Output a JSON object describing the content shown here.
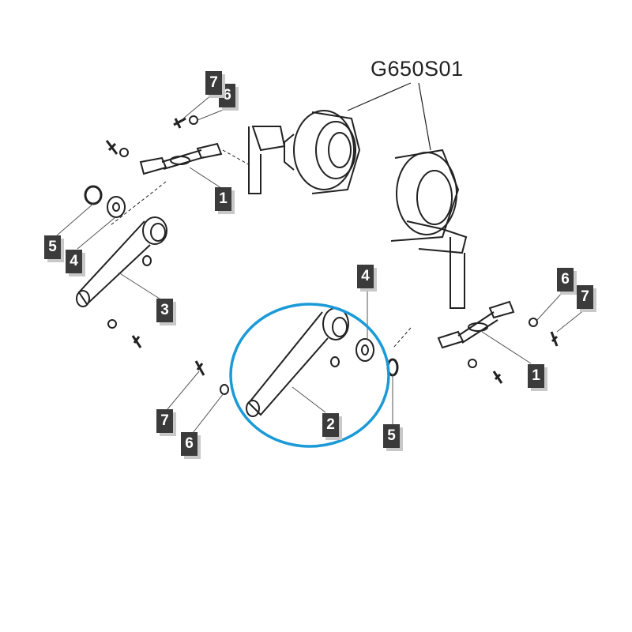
{
  "diagram": {
    "title": "G650S01",
    "highlight_color": "#1b9ad8",
    "callouts": [
      {
        "id": "c7a",
        "label": "7"
      },
      {
        "id": "c6a",
        "label": "6"
      },
      {
        "id": "c1a",
        "label": "1"
      },
      {
        "id": "c5a",
        "label": "5"
      },
      {
        "id": "c4a",
        "label": "4"
      },
      {
        "id": "c3",
        "label": "3"
      },
      {
        "id": "c4b",
        "label": "4"
      },
      {
        "id": "c6b",
        "label": "6"
      },
      {
        "id": "c7b",
        "label": "7"
      },
      {
        "id": "c1b",
        "label": "1"
      },
      {
        "id": "c7c",
        "label": "7"
      },
      {
        "id": "c6c",
        "label": "6"
      },
      {
        "id": "c2",
        "label": "2"
      },
      {
        "id": "c5b",
        "label": "5"
      }
    ]
  }
}
